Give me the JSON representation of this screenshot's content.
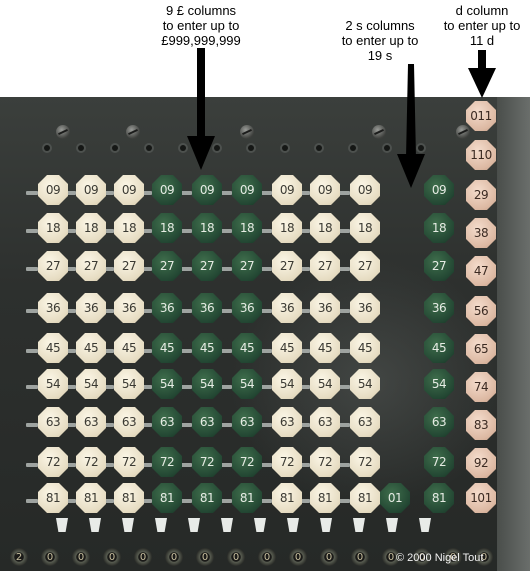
{
  "captions": {
    "pounds": "9 £ columns\nto enter up to\n£999,999,999",
    "shillings": "2 s columns\nto enter up to\n19 s",
    "pence": "d column\nto enter up to\n11 d"
  },
  "copyright": "© 2000 Nigel Tout",
  "keyboard": {
    "main_rows": [
      "09",
      "18",
      "27",
      "36",
      "45",
      "54",
      "63",
      "72",
      "81"
    ],
    "main_column_colors": [
      "ivory",
      "ivory",
      "ivory",
      "green",
      "green",
      "green",
      "ivory",
      "ivory",
      "ivory"
    ],
    "bottom_row_extra": "01",
    "shilling_column_color": "green",
    "pence_column": [
      "011",
      "110",
      "29",
      "38",
      "47",
      "56",
      "65",
      "74",
      "83",
      "92",
      "101"
    ],
    "pence_column_color": "pink"
  },
  "wheel_digits": [
    "2",
    "0",
    "0",
    "0",
    "0",
    "0",
    "0",
    "0",
    "0",
    "0",
    "0",
    "0",
    "0",
    "0",
    "0",
    "0"
  ],
  "colors": {
    "ivory_key": "#efe6cf",
    "green_key": "#2c5a3c",
    "pink_key": "#e8c6b2",
    "plate": "#2f3230"
  }
}
